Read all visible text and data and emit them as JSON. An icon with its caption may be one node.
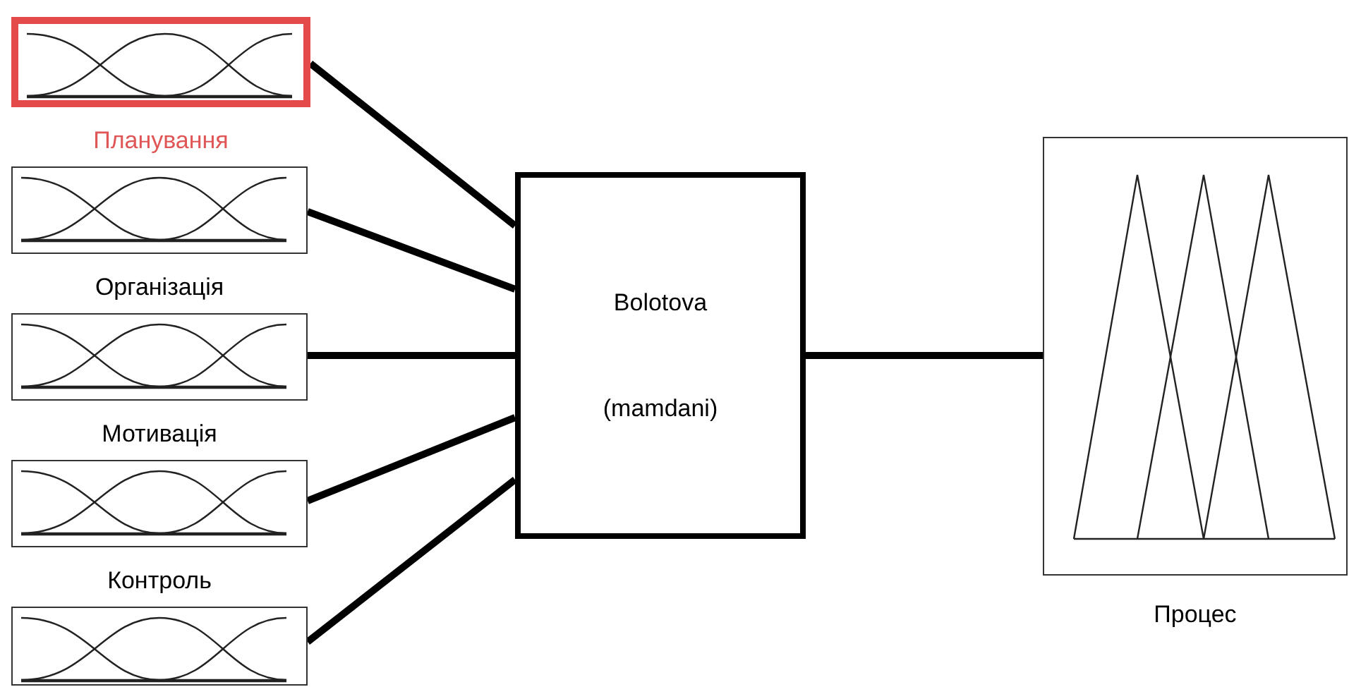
{
  "diagram": {
    "nodes": [
      {
        "text": [],
        "shape": "box",
        "beside": [
          "Планування"
        ]
      },
      {
        "text": [],
        "shape": "box",
        "beside": [
          "Організація"
        ]
      },
      {
        "text": [],
        "shape": "box",
        "beside": [
          "Мотивація"
        ]
      },
      {
        "text": [],
        "shape": "box",
        "beside": [
          "Контроль"
        ]
      },
      {
        "text": [],
        "shape": "box"
      },
      {
        "text": [
          "Bolotova",
          "(mamdani)"
        ]
      },
      {
        "text": [],
        "shape": "box",
        "beside": [
          "Процес"
        ]
      }
    ],
    "edges": [
      {
        "from": 0,
        "to": 5,
        "arrow": "none"
      },
      {
        "from": 1,
        "to": 5,
        "arrow": "none"
      },
      {
        "from": 2,
        "to": 5,
        "arrow": "none"
      },
      {
        "from": 3,
        "to": 5,
        "arrow": "none"
      },
      {
        "from": 4,
        "to": 5,
        "arrow": "none"
      },
      {
        "from": 5,
        "to": 6,
        "arrow": "none"
      }
    ]
  }
}
